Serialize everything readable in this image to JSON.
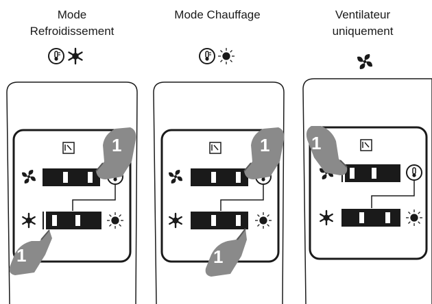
{
  "columns": [
    {
      "id": "cooling",
      "title_lines": [
        "Mode",
        "Refroidissement"
      ],
      "mode_icons": [
        "thermostat-icon",
        "snowflake-icon"
      ],
      "finger_labels": [
        "1",
        "1"
      ]
    },
    {
      "id": "heating",
      "title_lines": [
        "Mode Chauffage"
      ],
      "mode_icons": [
        "thermostat-icon",
        "sun-icon"
      ],
      "finger_labels": [
        "1",
        "1"
      ]
    },
    {
      "id": "fan",
      "title_lines": [
        "Ventilateur",
        "uniquement"
      ],
      "mode_icons": [
        "fan-icon"
      ],
      "finger_labels": [
        "1"
      ]
    }
  ],
  "colors": {
    "ink": "#1a1a1a",
    "finger": "#8a8a8a",
    "finger_dark": "#5a5a5a"
  }
}
